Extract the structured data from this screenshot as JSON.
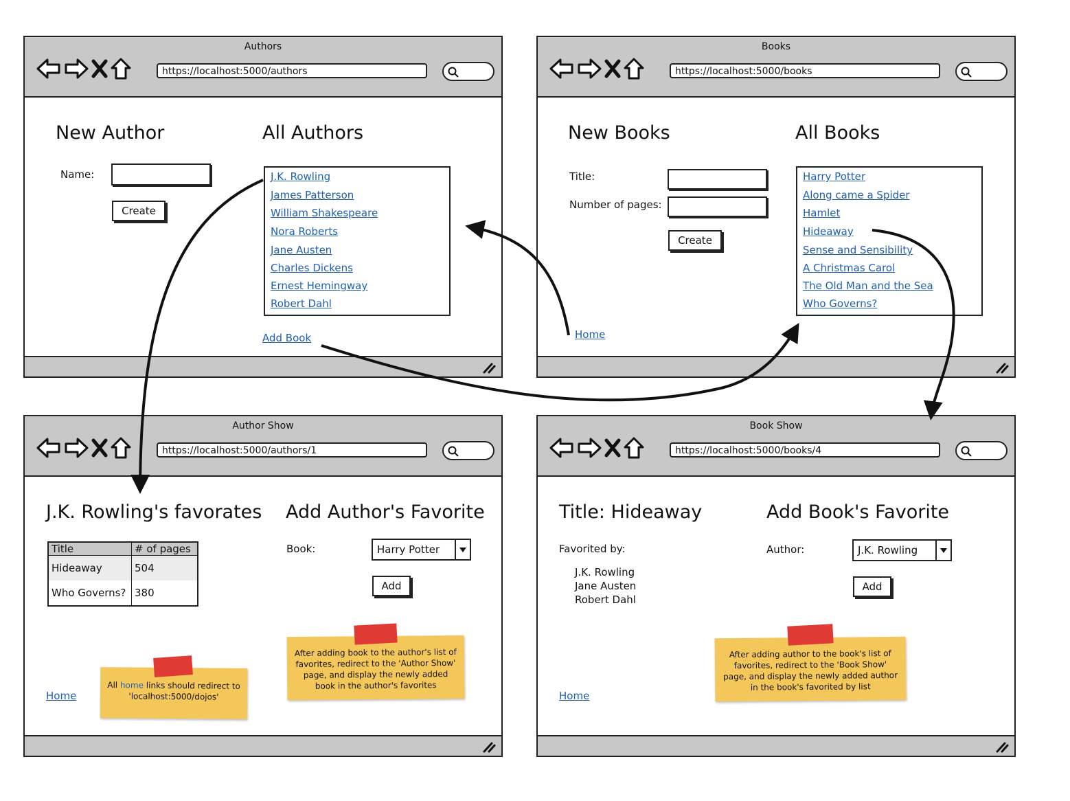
{
  "windows": {
    "authors": {
      "title": "Authors",
      "url": "https://localhost:5000/authors",
      "new_heading": "New Author",
      "name_label": "Name:",
      "create_label": "Create",
      "all_heading": "All Authors",
      "authors": [
        "J.K. Rowling",
        "James Patterson",
        "William Shakespeare",
        "Nora Roberts",
        "Jane Austen",
        "Charles Dickens",
        "Ernest Hemingway",
        "Robert Dahl"
      ],
      "add_book_link": "Add Book"
    },
    "books": {
      "title": "Books",
      "url": "https://localhost:5000/books",
      "new_heading": "New Books",
      "title_label": "Title:",
      "pages_label": "Number of pages:",
      "create_label": "Create",
      "all_heading": "All Books",
      "books": [
        "Harry Potter",
        "Along came a Spider",
        "Hamlet",
        "Hideaway",
        "Sense and Sensibility",
        "A Christmas Carol",
        "The Old Man and the Sea",
        "Who Governs?"
      ],
      "home_link": "Home"
    },
    "author_show": {
      "title": "Author Show",
      "url": "https://localhost:5000/authors/1",
      "favorites_heading": "J.K. Rowling's favorates",
      "table_headers": [
        "Title",
        "# of pages"
      ],
      "table_rows": [
        [
          "Hideaway",
          "504"
        ],
        [
          "Who Governs?",
          "380"
        ]
      ],
      "add_heading": "Add Author's Favorite",
      "book_label": "Book:",
      "book_selected": "Harry Potter",
      "add_label": "Add",
      "home_link": "Home",
      "note_left": {
        "before": "All ",
        "link": "home",
        "after": " links should redirect to 'localhost:5000/dojos'"
      },
      "note_right": "After adding book to the author's list of favorites, redirect to the 'Author Show' page, and display the newly added book in the author's favorites"
    },
    "book_show": {
      "title": "Book Show",
      "url": "https://localhost:5000/books/4",
      "title_heading": "Title: Hideaway",
      "favorited_label": "Favorited by:",
      "favorited_by": [
        "J.K. Rowling",
        "Jane Austen",
        "Robert Dahl"
      ],
      "add_heading": "Add Book's Favorite",
      "author_label": "Author:",
      "author_selected": "J.K. Rowling",
      "add_label": "Add",
      "home_link": "Home",
      "note": "After adding author to the book's list of favorites, redirect to the 'Book Show' page, and display the newly added author in the book's favorited by list"
    }
  }
}
